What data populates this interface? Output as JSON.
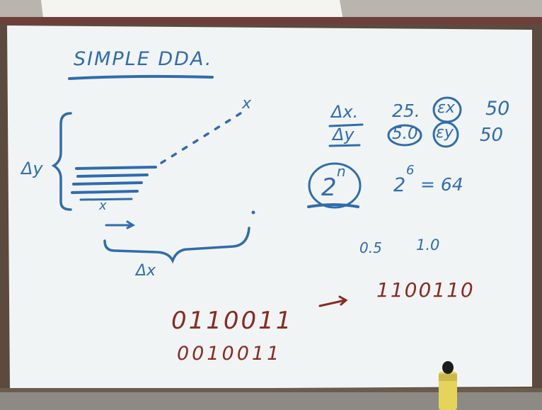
{
  "board": {
    "title": "SIMPLE DDA.",
    "label_dy_left": "Δy",
    "label_dx_bottom": "Δx",
    "x_mark_top": "x",
    "x_mark_bottom": "x",
    "ratio_dx": "Δx.",
    "ratio_dy": "Δy",
    "val_25": "25.",
    "val_50_circled": "5.0",
    "sym_ex": "εx",
    "sym_ey": "εy",
    "val_50_a": "50",
    "val_50_b": "50",
    "two_n_base": "2",
    "two_n_exp": "n",
    "two_6_base": "2",
    "two_6_exp": "6",
    "two_6_result": "= 64",
    "val_05": "0.5",
    "val_10": "1.0",
    "bin_1": "0110011",
    "bin_2": "1100110",
    "bin_3": "0010011",
    "arrow": "→"
  },
  "colors": {
    "board": "#f1f4f5",
    "blue_ink": "#2f6cae",
    "red_ink": "#8a2a22",
    "frame": "#5a4a3e"
  }
}
